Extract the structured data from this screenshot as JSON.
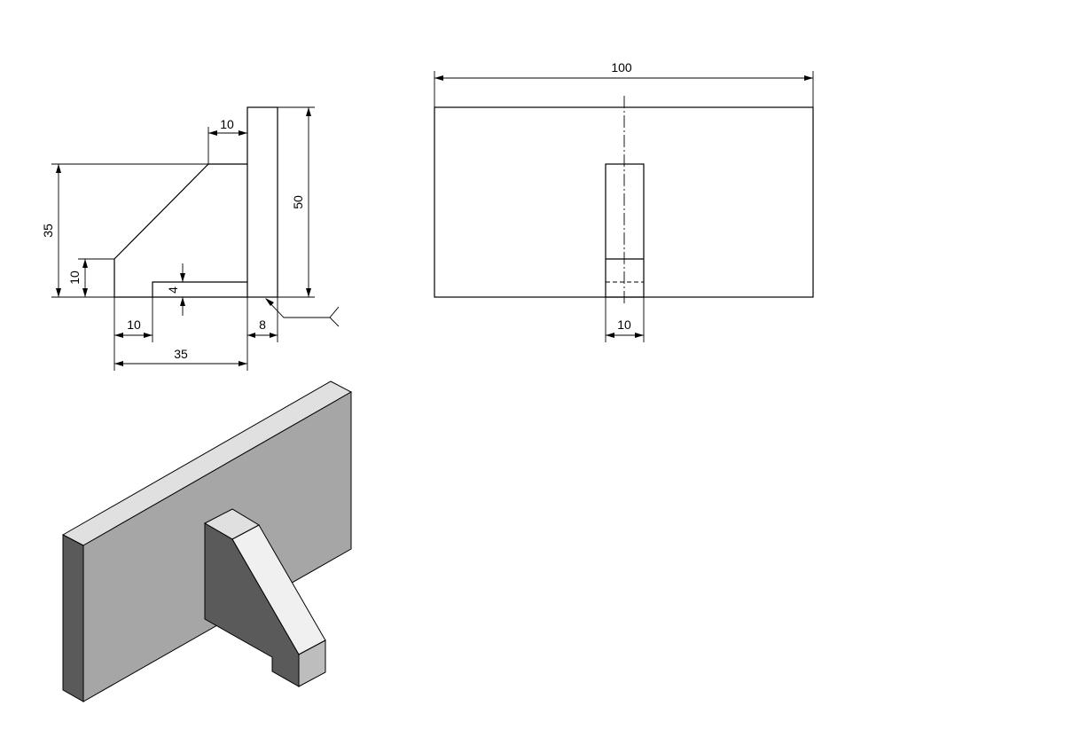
{
  "side_view": {
    "dims": {
      "top_offset": "10",
      "left_height": "35",
      "lower_height": "10",
      "slot_depth": "4",
      "slot_width": "10",
      "base_width": "35",
      "plate_thickness": "8",
      "plate_height": "50"
    }
  },
  "front_view": {
    "dims": {
      "plate_width": "100",
      "rib_width": "10"
    }
  },
  "iso_view": {
    "colors": {
      "front_face": "#a6a6a6",
      "top_face": "#e0e0e0",
      "side_face": "#5a5a5a",
      "slope_face": "#f0f0f0"
    }
  }
}
